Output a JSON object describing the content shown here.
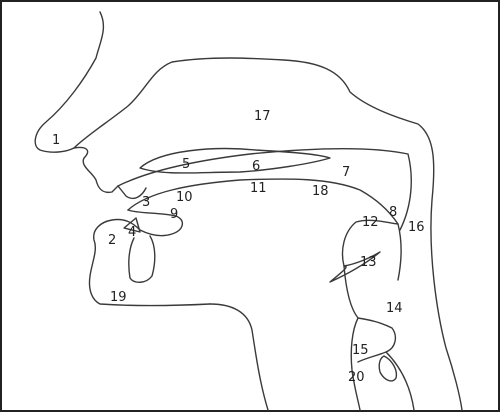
{
  "diagram": {
    "labels": [
      "1",
      "2",
      "3",
      "4",
      "5",
      "6",
      "7",
      "8",
      "9",
      "10",
      "11",
      "12",
      "13",
      "14",
      "15",
      "16",
      "17",
      "18",
      "19",
      "20"
    ],
    "colors": {
      "stroke": "#3a3a3a",
      "text": "#222222",
      "background": "#ffffff",
      "frame": "#222222"
    }
  }
}
